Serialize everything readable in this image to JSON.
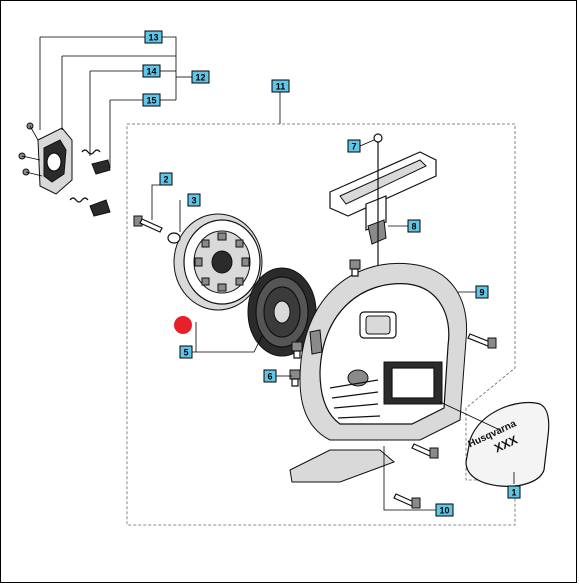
{
  "callouts": {
    "c1": "1",
    "c2": "2",
    "c3": "3",
    "c5": "5",
    "c6": "6",
    "c7": "7",
    "c8": "8",
    "c9": "9",
    "c10": "10",
    "c11": "11",
    "c12": "12",
    "c13": "13",
    "c14": "14",
    "c15": "15"
  },
  "decal": {
    "brand": "Husqvarna",
    "model": "XXX"
  },
  "colors": {
    "callout_fill": "#5fc6e8",
    "marker": "#e8202a"
  }
}
